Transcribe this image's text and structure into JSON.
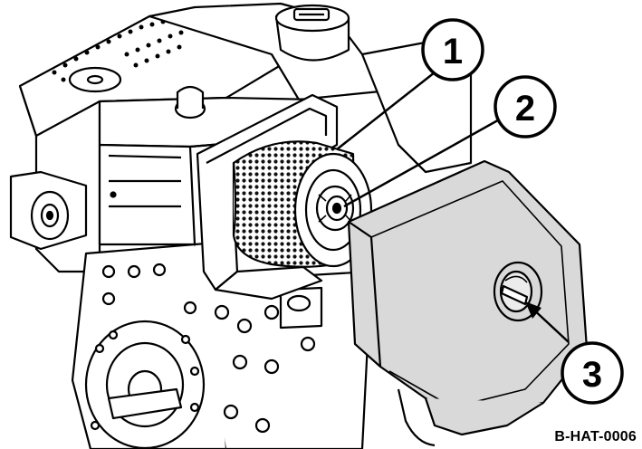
{
  "callouts": [
    {
      "label": "1",
      "part": "air filter element"
    },
    {
      "label": "2",
      "part": "wing nut"
    },
    {
      "label": "3",
      "part": "air filter cover knob"
    }
  ],
  "figure_code": "B-HAT-0006",
  "colors": {
    "line": "#000000",
    "body": "#ffffff",
    "cover": "#d9d9d9",
    "mesh": "#1a1a1a"
  }
}
